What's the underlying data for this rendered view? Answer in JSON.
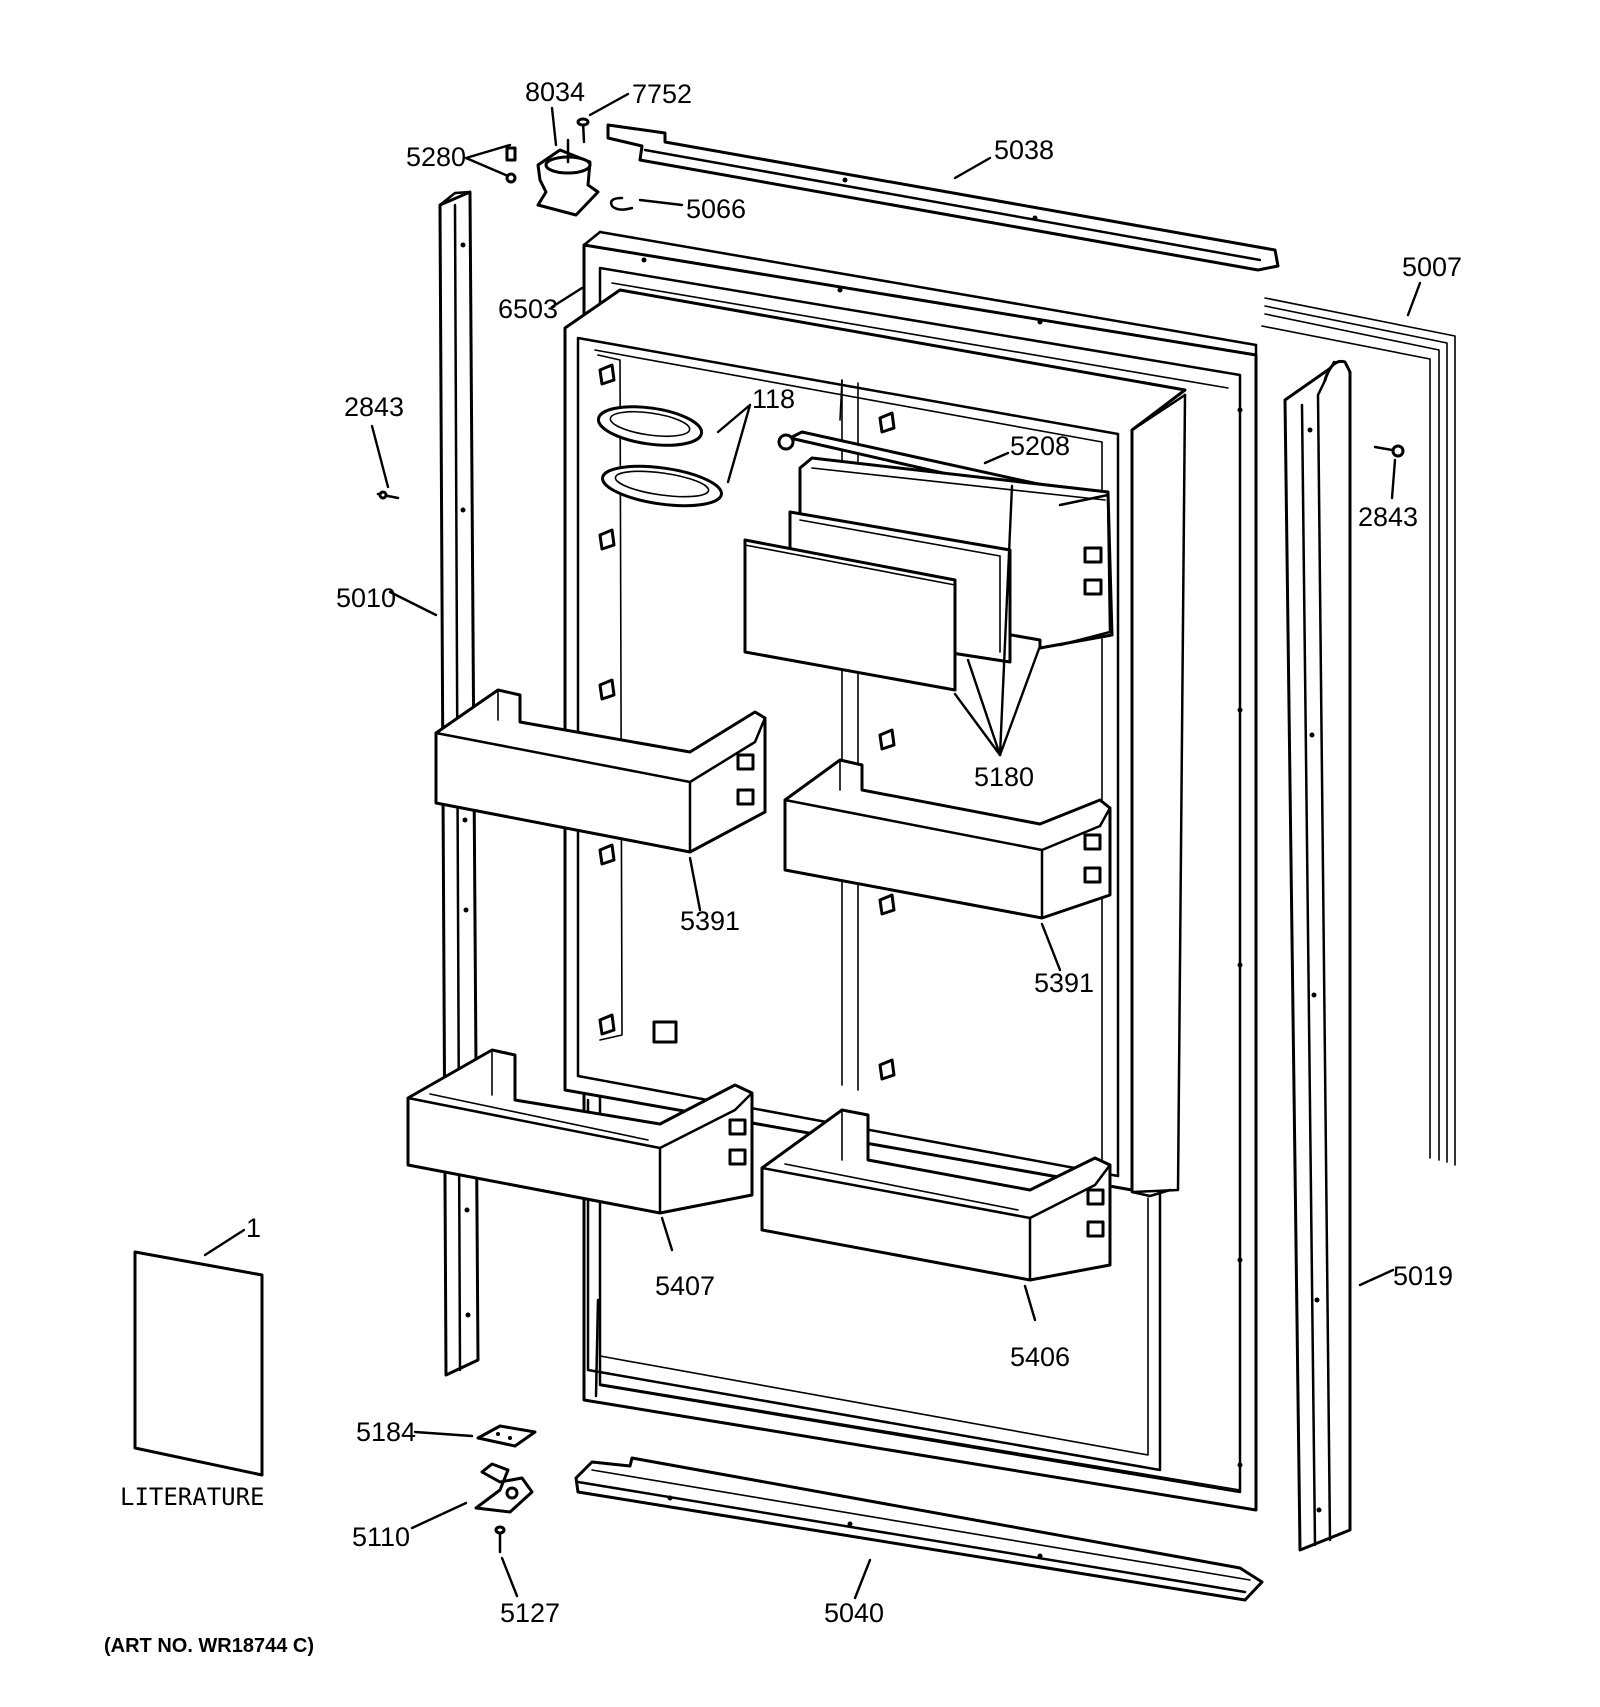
{
  "callouts": {
    "c8034": "8034",
    "c7752": "7752",
    "c5280": "5280",
    "c5038": "5038",
    "c5066": "5066",
    "c6503": "6503",
    "c5007": "5007",
    "c2843_left": "2843",
    "c2843_right": "2843",
    "c118": "118",
    "c5208": "5208",
    "c5010": "5010",
    "c5180": "5180",
    "c5391_left": "5391",
    "c5391_right": "5391",
    "c5407": "5407",
    "c5406": "5406",
    "c5019": "5019",
    "c1": "1",
    "c5184": "5184",
    "c5110": "5110",
    "c5127": "5127",
    "c5040": "5040"
  },
  "literature_label": "LITERATURE",
  "art_number": "(ART NO. WR18744 C)"
}
